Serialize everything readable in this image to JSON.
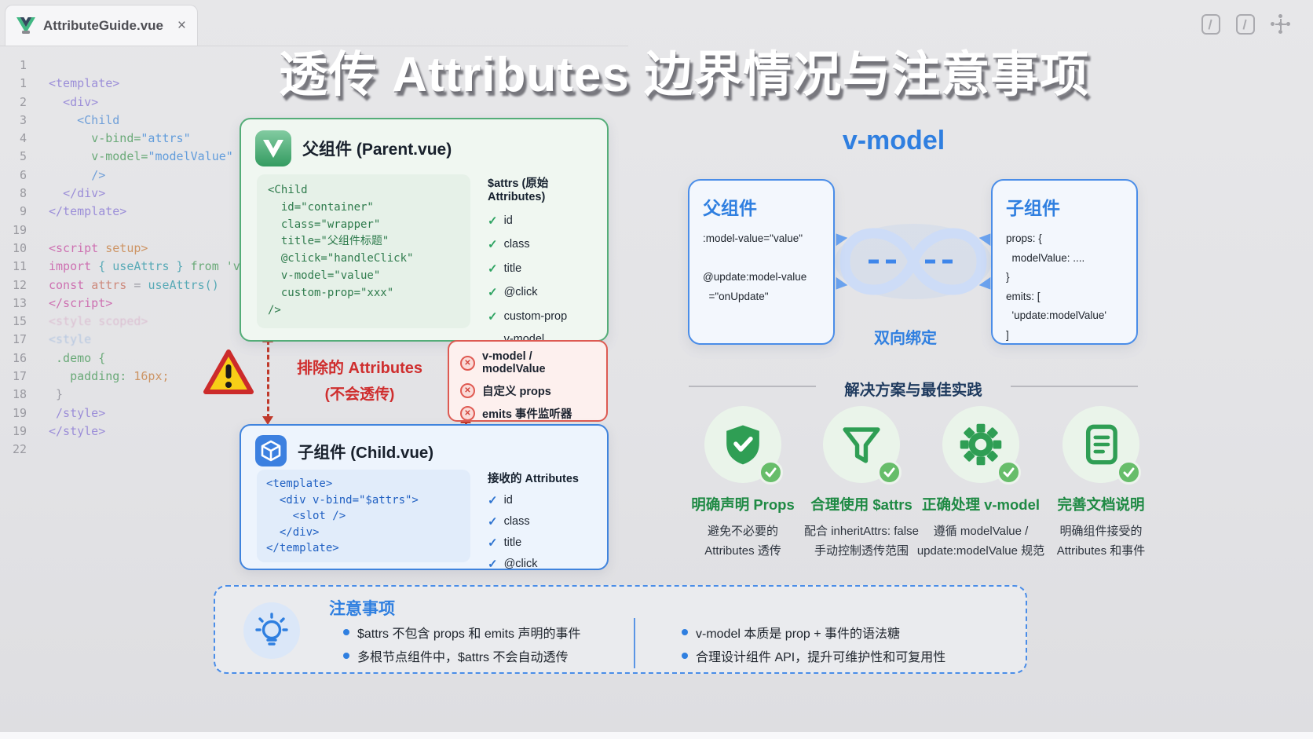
{
  "window": {
    "tab": {
      "filename": "AttributeGuide.vue",
      "close_glyph": "×"
    },
    "icons": [
      "file-badge-icon",
      "file-badge-icon",
      "move-icon"
    ]
  },
  "title": "透传 Attributes 边界情况与注意事项",
  "editor": {
    "lines": [
      {
        "n": "1",
        "tokens": []
      },
      {
        "n": "1",
        "tokens": [
          {
            "t": "<template>",
            "c": "cp"
          }
        ]
      },
      {
        "n": "2",
        "tokens": [
          {
            "t": "  ",
            "c": "cpl"
          },
          {
            "t": "<div>",
            "c": "cp"
          }
        ]
      },
      {
        "n": "3",
        "tokens": [
          {
            "t": "    ",
            "c": "cpl"
          },
          {
            "t": "<Child",
            "c": "cb"
          }
        ]
      },
      {
        "n": "4",
        "tokens": [
          {
            "t": "      ",
            "c": "cpl"
          },
          {
            "t": "v-bind=",
            "c": "cg"
          },
          {
            "t": "\"attrs\"",
            "c": "cs"
          }
        ]
      },
      {
        "n": "5",
        "tokens": [
          {
            "t": "      ",
            "c": "cpl"
          },
          {
            "t": "v-model=",
            "c": "cg"
          },
          {
            "t": "\"modelValue\"",
            "c": "cs"
          }
        ]
      },
      {
        "n": "6",
        "tokens": [
          {
            "t": "      ",
            "c": "cpl"
          },
          {
            "t": "/>",
            "c": "cb"
          }
        ]
      },
      {
        "n": "8",
        "tokens": [
          {
            "t": "  ",
            "c": "cpl"
          },
          {
            "t": "</div>",
            "c": "cp"
          }
        ]
      },
      {
        "n": "9",
        "tokens": [
          {
            "t": "</template>",
            "c": "cp"
          }
        ]
      },
      {
        "n": "19",
        "tokens": []
      },
      {
        "n": "10",
        "tokens": [
          {
            "t": "<script ",
            "c": "cm"
          },
          {
            "t": "setup>",
            "c": "co"
          }
        ]
      },
      {
        "n": "11",
        "tokens": [
          {
            "t": "import ",
            "c": "cm"
          },
          {
            "t": "{ useAttrs } ",
            "c": "ct"
          },
          {
            "t": "from ",
            "c": "cg"
          },
          {
            "t": "'vue'",
            "c": "cg"
          }
        ]
      },
      {
        "n": "12",
        "tokens": [
          {
            "t": "const ",
            "c": "cm"
          },
          {
            "t": "attrs ",
            "c": "cr"
          },
          {
            "t": "= ",
            "c": "cx"
          },
          {
            "t": "useAttrs()",
            "c": "ct"
          }
        ]
      },
      {
        "n": "13",
        "tokens": [
          {
            "t": "</script>",
            "c": "cm"
          }
        ]
      },
      {
        "n": "15",
        "tokens": [
          {
            "t": "<style scoped>",
            "c": "cf"
          }
        ]
      },
      {
        "n": "17",
        "tokens": [
          {
            "t": "<style",
            "c": "cfb"
          }
        ]
      },
      {
        "n": "16",
        "tokens": [
          {
            "t": " .demo {",
            "c": "cg"
          }
        ]
      },
      {
        "n": "17",
        "tokens": [
          {
            "t": "   padding:",
            "c": "cg"
          },
          {
            "t": " 16px;",
            "c": "co"
          }
        ]
      },
      {
        "n": "18",
        "tokens": [
          {
            "t": " }",
            "c": "cx"
          }
        ]
      },
      {
        "n": "19",
        "tokens": [
          {
            "t": " /style>",
            "c": "cp"
          }
        ]
      },
      {
        "n": "19",
        "tokens": [
          {
            "t": "</style>",
            "c": "cp"
          }
        ]
      },
      {
        "n": "22",
        "tokens": []
      }
    ]
  },
  "parent_card": {
    "title": "父组件 (Parent.vue)",
    "code": [
      "<Child",
      "  id=\"container\"",
      "  class=\"wrapper\"",
      "  title=\"父组件标题\"",
      "  @click=\"handleClick\"",
      "  v-model=\"value\"",
      "  custom-prop=\"xxx\"",
      "/>"
    ],
    "attrs_heading": "$attrs (原始 Attributes)",
    "attrs": [
      "id",
      "class",
      "title",
      "@click",
      "custom-prop",
      "v-model (modelValue)"
    ]
  },
  "excluded": {
    "label_line1": "排除的 Attributes",
    "label_line2": "(不会透传)",
    "items": [
      "v-model / modelValue",
      "自定义 props",
      "emits 事件监听器"
    ]
  },
  "child_card": {
    "title": "子组件 (Child.vue)",
    "code": [
      "<template>",
      "  <div v-bind=\"$attrs\">",
      "    <slot />",
      "  </div>",
      "</template>"
    ],
    "attrs_heading": "接收的 Attributes",
    "attrs": [
      "id",
      "class",
      "title",
      "@click"
    ]
  },
  "vmodel": {
    "section_title": "v-model",
    "parent": {
      "title": "父组件",
      "lines": [
        ":model-value=\"value\"",
        "",
        "@update:model-value",
        "  =\"onUpdate\""
      ]
    },
    "child": {
      "title": "子组件",
      "lines": [
        "props: {",
        "  modelValue: ....",
        "}",
        "emits: [",
        "  'update:modelValue'",
        "]"
      ]
    },
    "bind_label": "双向绑定"
  },
  "solutions": {
    "header": "解决方案与最佳实践",
    "items": [
      {
        "icon": "shield-check-icon",
        "title": "明确声明 Props",
        "desc1": "避免不必要的",
        "desc2": "Attributes 透传"
      },
      {
        "icon": "funnel-icon",
        "title": "合理使用 $attrs",
        "desc1": "配合 inheritAttrs: false",
        "desc2": "手动控制透传范围"
      },
      {
        "icon": "gear-icon",
        "title": "正确处理 v-model",
        "desc1": "遵循 modelValue /",
        "desc2": "update:modelValue 规范"
      },
      {
        "icon": "document-icon",
        "title": "完善文档说明",
        "desc1": "明确组件接受的",
        "desc2": "Attributes 和事件"
      }
    ]
  },
  "notes": {
    "title": "注意事项",
    "left": [
      "$attrs 不包含 props 和 emits 声明的事件",
      "多根节点组件中，$attrs 不会自动透传"
    ],
    "right": [
      "v-model 本质是 prop + 事件的语法糖",
      "合理设计组件 API，提升可维护性和可复用性"
    ]
  },
  "glyphs": {
    "check": "✓",
    "cross": "✕"
  },
  "colors": {
    "vue_green": "#42b883",
    "blue": "#2f7fe0",
    "red": "#cf2e2e",
    "solution_green": "#2f9e54",
    "navy": "#1e3a5e"
  }
}
